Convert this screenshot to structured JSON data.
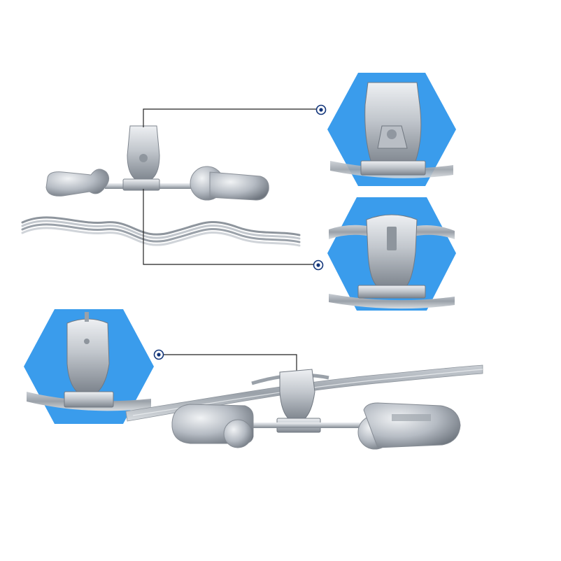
{
  "scene": {
    "colors": {
      "background": "#ffffff",
      "hexagon": "#3a9cec",
      "metal_light": "#d9dde2",
      "metal_mid": "#b4bac2",
      "metal_dark": "#7d848d",
      "cable": "#a9afb6",
      "leader_line": "#222222",
      "callout_dot": "#12357a"
    },
    "icons": [
      "damper-assembly-top",
      "armor-rod-strand",
      "clamp-closeup-top",
      "clamp-closeup-middle",
      "clamp-closeup-left",
      "damper-on-cable-bottom"
    ]
  }
}
